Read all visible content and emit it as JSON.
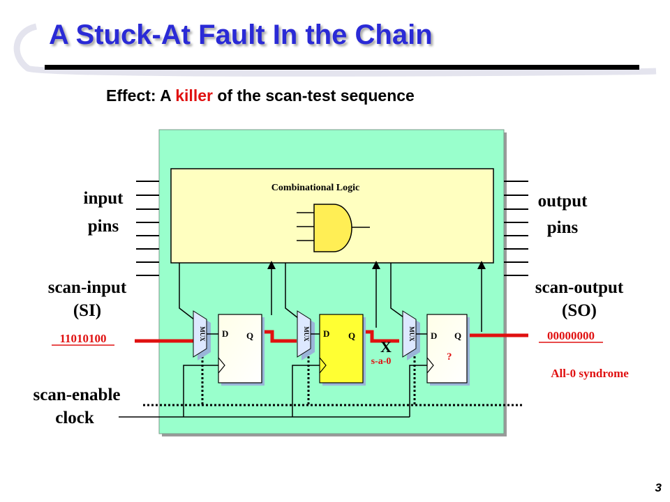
{
  "slide": {
    "title": "A Stuck-At Fault In the Chain",
    "subtitle_prefix": "Effect: A ",
    "subtitle_highlight": "killer",
    "subtitle_suffix": " of the scan-test sequence",
    "page_number": "3"
  },
  "diagram": {
    "combinational_logic_label": "Combinational Logic",
    "input_pins_line1": "input",
    "input_pins_line2": "pins",
    "output_pins_line1": "output",
    "output_pins_line2": "pins",
    "scan_input_line1": "scan-input",
    "scan_input_line2": "(SI)",
    "scan_input_pattern": "11010100",
    "scan_output_line1": "scan-output",
    "scan_output_line2": "(SO)",
    "scan_output_pattern": "00000000",
    "syndrome_label": "All-0 syndrome",
    "scan_enable_label": "scan-enable",
    "clock_label": "clock",
    "mux_label": "MUX",
    "ff_d_label": "D",
    "ff_q_label": "Q",
    "fault_marker": "X",
    "fault_label": "s-a-0",
    "unknown_value": "?"
  },
  "colors": {
    "title": "#2a2ad6",
    "highlight": "#e01010",
    "chip_fill": "#99ffcc",
    "logic_fill": "#ffffc0",
    "gate_fill": "#ffee55",
    "faulty_ff_fill": "#ffff33",
    "scan_path": "#e01010"
  }
}
